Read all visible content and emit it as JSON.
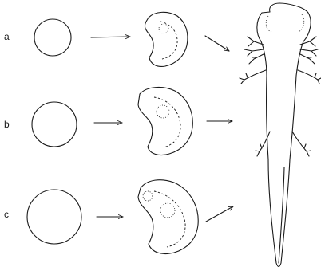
{
  "rows": [
    {
      "label": "a"
    },
    {
      "label": "b"
    },
    {
      "label": "c"
    }
  ]
}
